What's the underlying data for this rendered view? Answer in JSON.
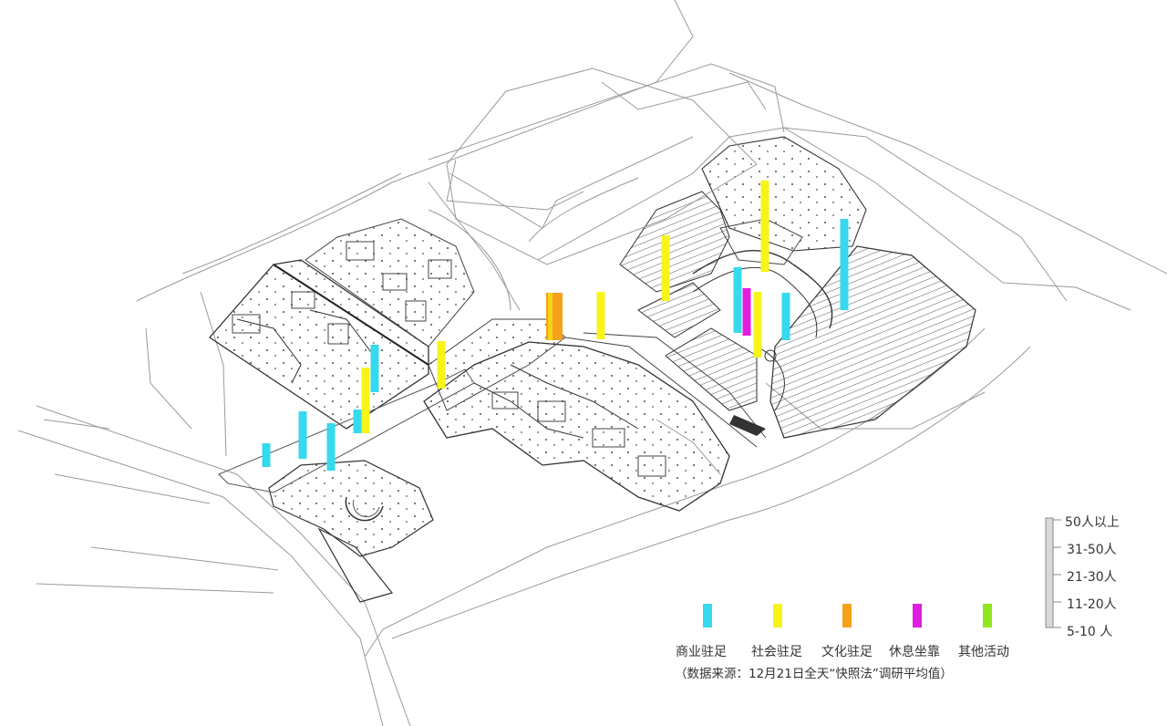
{
  "legend": {
    "categories": [
      {
        "key": "commercial",
        "label": "商业驻足",
        "color": "#36d9ee"
      },
      {
        "key": "social",
        "label": "社会驻足",
        "color": "#f6f41a"
      },
      {
        "key": "cultural",
        "label": "文化驻足",
        "color": "#f5a11a"
      },
      {
        "key": "rest",
        "label": "休息坐靠",
        "color": "#e11de0"
      },
      {
        "key": "other",
        "label": "其他活动",
        "color": "#8fe81e"
      }
    ],
    "note": "（数据来源：12月21日全天“快照法”调研平均值）"
  },
  "scale": {
    "levels": [
      "50人以上",
      "31-50人",
      "21-30人",
      "11-20人",
      "5-10 人"
    ]
  },
  "chart_data": {
    "type": "bar",
    "categories": [
      "商业驻足",
      "社会驻足",
      "文化驻足",
      "休息坐靠",
      "其他活动"
    ],
    "bars": [
      {
        "category": "商业驻足",
        "level": "5-10 人"
      },
      {
        "category": "商业驻足",
        "level": "21-30人"
      },
      {
        "category": "商业驻足",
        "level": "21-30人"
      },
      {
        "category": "商业驻足",
        "level": "5-10 人"
      },
      {
        "category": "社会驻足",
        "level": "31-50人"
      },
      {
        "category": "商业驻足",
        "level": "21-30人"
      },
      {
        "category": "社会驻足",
        "level": "21-30人"
      },
      {
        "category": "文化驻足",
        "level": "21-30人"
      },
      {
        "category": "社会驻足",
        "level": "21-30人"
      },
      {
        "category": "社会驻足",
        "level": "31-50人"
      },
      {
        "category": "商业驻足",
        "level": "31-50人"
      },
      {
        "category": "休息坐靠",
        "level": "21-30人"
      },
      {
        "category": "社会驻足",
        "level": "50人以上"
      },
      {
        "category": "社会驻足",
        "level": "31-50人"
      },
      {
        "category": "商业驻足",
        "level": "21-30人"
      },
      {
        "category": "商业驻足",
        "level": "50人以上"
      }
    ]
  }
}
